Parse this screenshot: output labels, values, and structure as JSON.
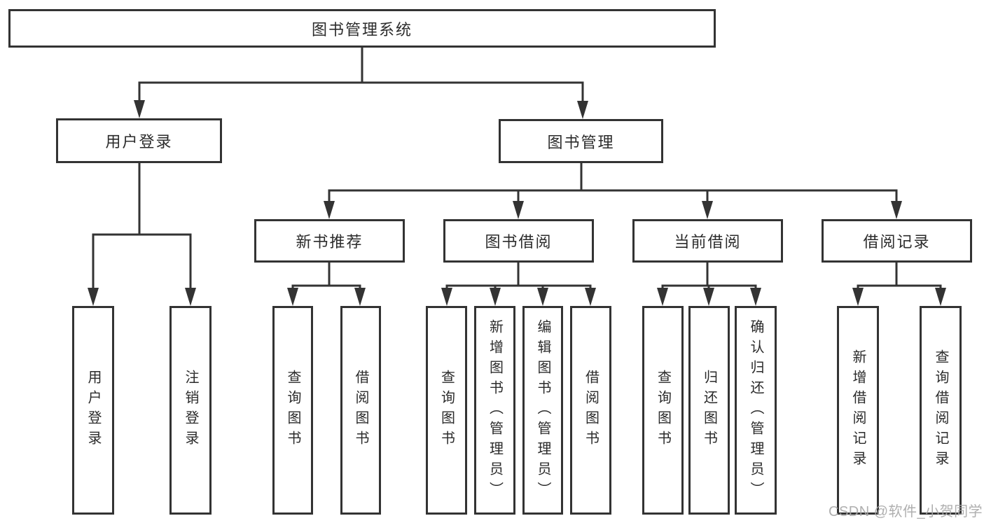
{
  "diagram": {
    "type": "tree",
    "root": {
      "label": "图书管理系统",
      "children": [
        {
          "label": "用户登录",
          "children": [
            {
              "label": "用户登录"
            },
            {
              "label": "注销登录"
            }
          ]
        },
        {
          "label": "图书管理",
          "children": [
            {
              "label": "新书推荐",
              "children": [
                {
                  "label": "查询图书"
                },
                {
                  "label": "借阅图书"
                }
              ]
            },
            {
              "label": "图书借阅",
              "children": [
                {
                  "label": "查询图书"
                },
                {
                  "label": "新增图书（管理员）"
                },
                {
                  "label": "编辑图书（管理员）"
                },
                {
                  "label": "借阅图书"
                }
              ]
            },
            {
              "label": "当前借阅",
              "children": [
                {
                  "label": "查询图书"
                },
                {
                  "label": "归还图书"
                },
                {
                  "label": "确认归还（管理员）"
                }
              ]
            },
            {
              "label": "借阅记录",
              "children": [
                {
                  "label": "新增借阅记录"
                },
                {
                  "label": "查询借阅记录"
                }
              ]
            }
          ]
        }
      ]
    }
  },
  "watermark": "CSDN @软件_小贺同学",
  "colors": {
    "line": "#333333",
    "text": "#2b2b2b",
    "box_background": "#ffffff",
    "watermark": "#a8a8a8",
    "background": "#ffffff"
  }
}
